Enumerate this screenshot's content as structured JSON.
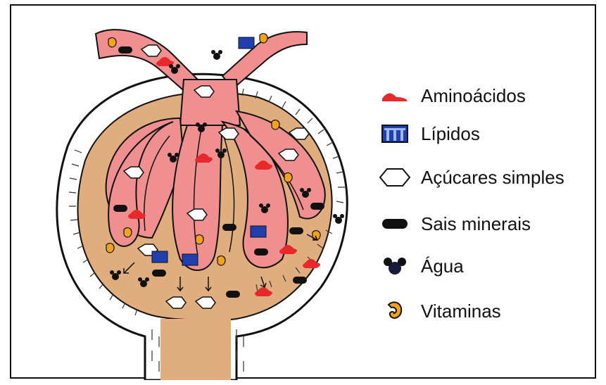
{
  "legend": {
    "items": [
      {
        "key": "amino",
        "label": "Aminoácidos",
        "icon": "amino-acid-icon",
        "color": "#e8292b"
      },
      {
        "key": "lipid",
        "label": "Lípidos",
        "icon": "lipid-icon",
        "color": "#1f3fae"
      },
      {
        "key": "sugar",
        "label": "Açúcares simples",
        "icon": "hexagon-sugar-icon",
        "color": "#ffffff"
      },
      {
        "key": "salt",
        "label": "Sais minerais",
        "icon": "salt-pill-icon",
        "color": "#111111"
      },
      {
        "key": "water",
        "label": "Água",
        "icon": "water-molecule-icon",
        "color": "#111111"
      },
      {
        "key": "vitamin",
        "label": "Vitaminas",
        "icon": "vitamin-icon",
        "color": "#f2a31b"
      }
    ]
  },
  "colors": {
    "capillary": "#ef8f8f",
    "capillary_dark": "#d9716f",
    "capsule_space": "#e0ad7e",
    "wall": "#ffffff",
    "outline": "#111111"
  }
}
